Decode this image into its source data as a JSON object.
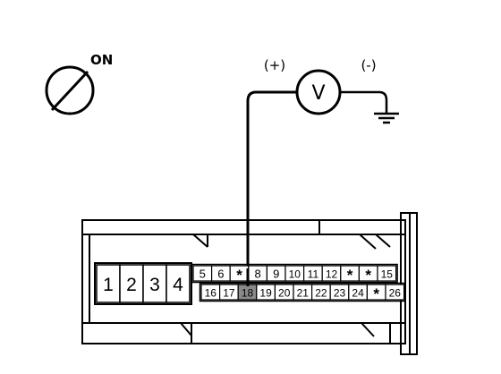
{
  "ignition": {
    "label": "ON",
    "icon": "ignition-switch-icon"
  },
  "meter": {
    "symbol": "V",
    "positive_label": "(+)",
    "negative_label": "(-)",
    "icon": "voltmeter-icon",
    "ground_icon": "ground-icon"
  },
  "connector": {
    "large_pins": [
      "1",
      "2",
      "3",
      "4"
    ],
    "top_row": [
      "5",
      "6",
      "*",
      "8",
      "9",
      "10",
      "11",
      "12",
      "*",
      "*",
      "15"
    ],
    "bottom_row": [
      "16",
      "17",
      "18",
      "19",
      "20",
      "21",
      "22",
      "23",
      "24",
      "*",
      "26"
    ],
    "probed_pin": "18",
    "probed_fill": "#8a8a8a"
  }
}
